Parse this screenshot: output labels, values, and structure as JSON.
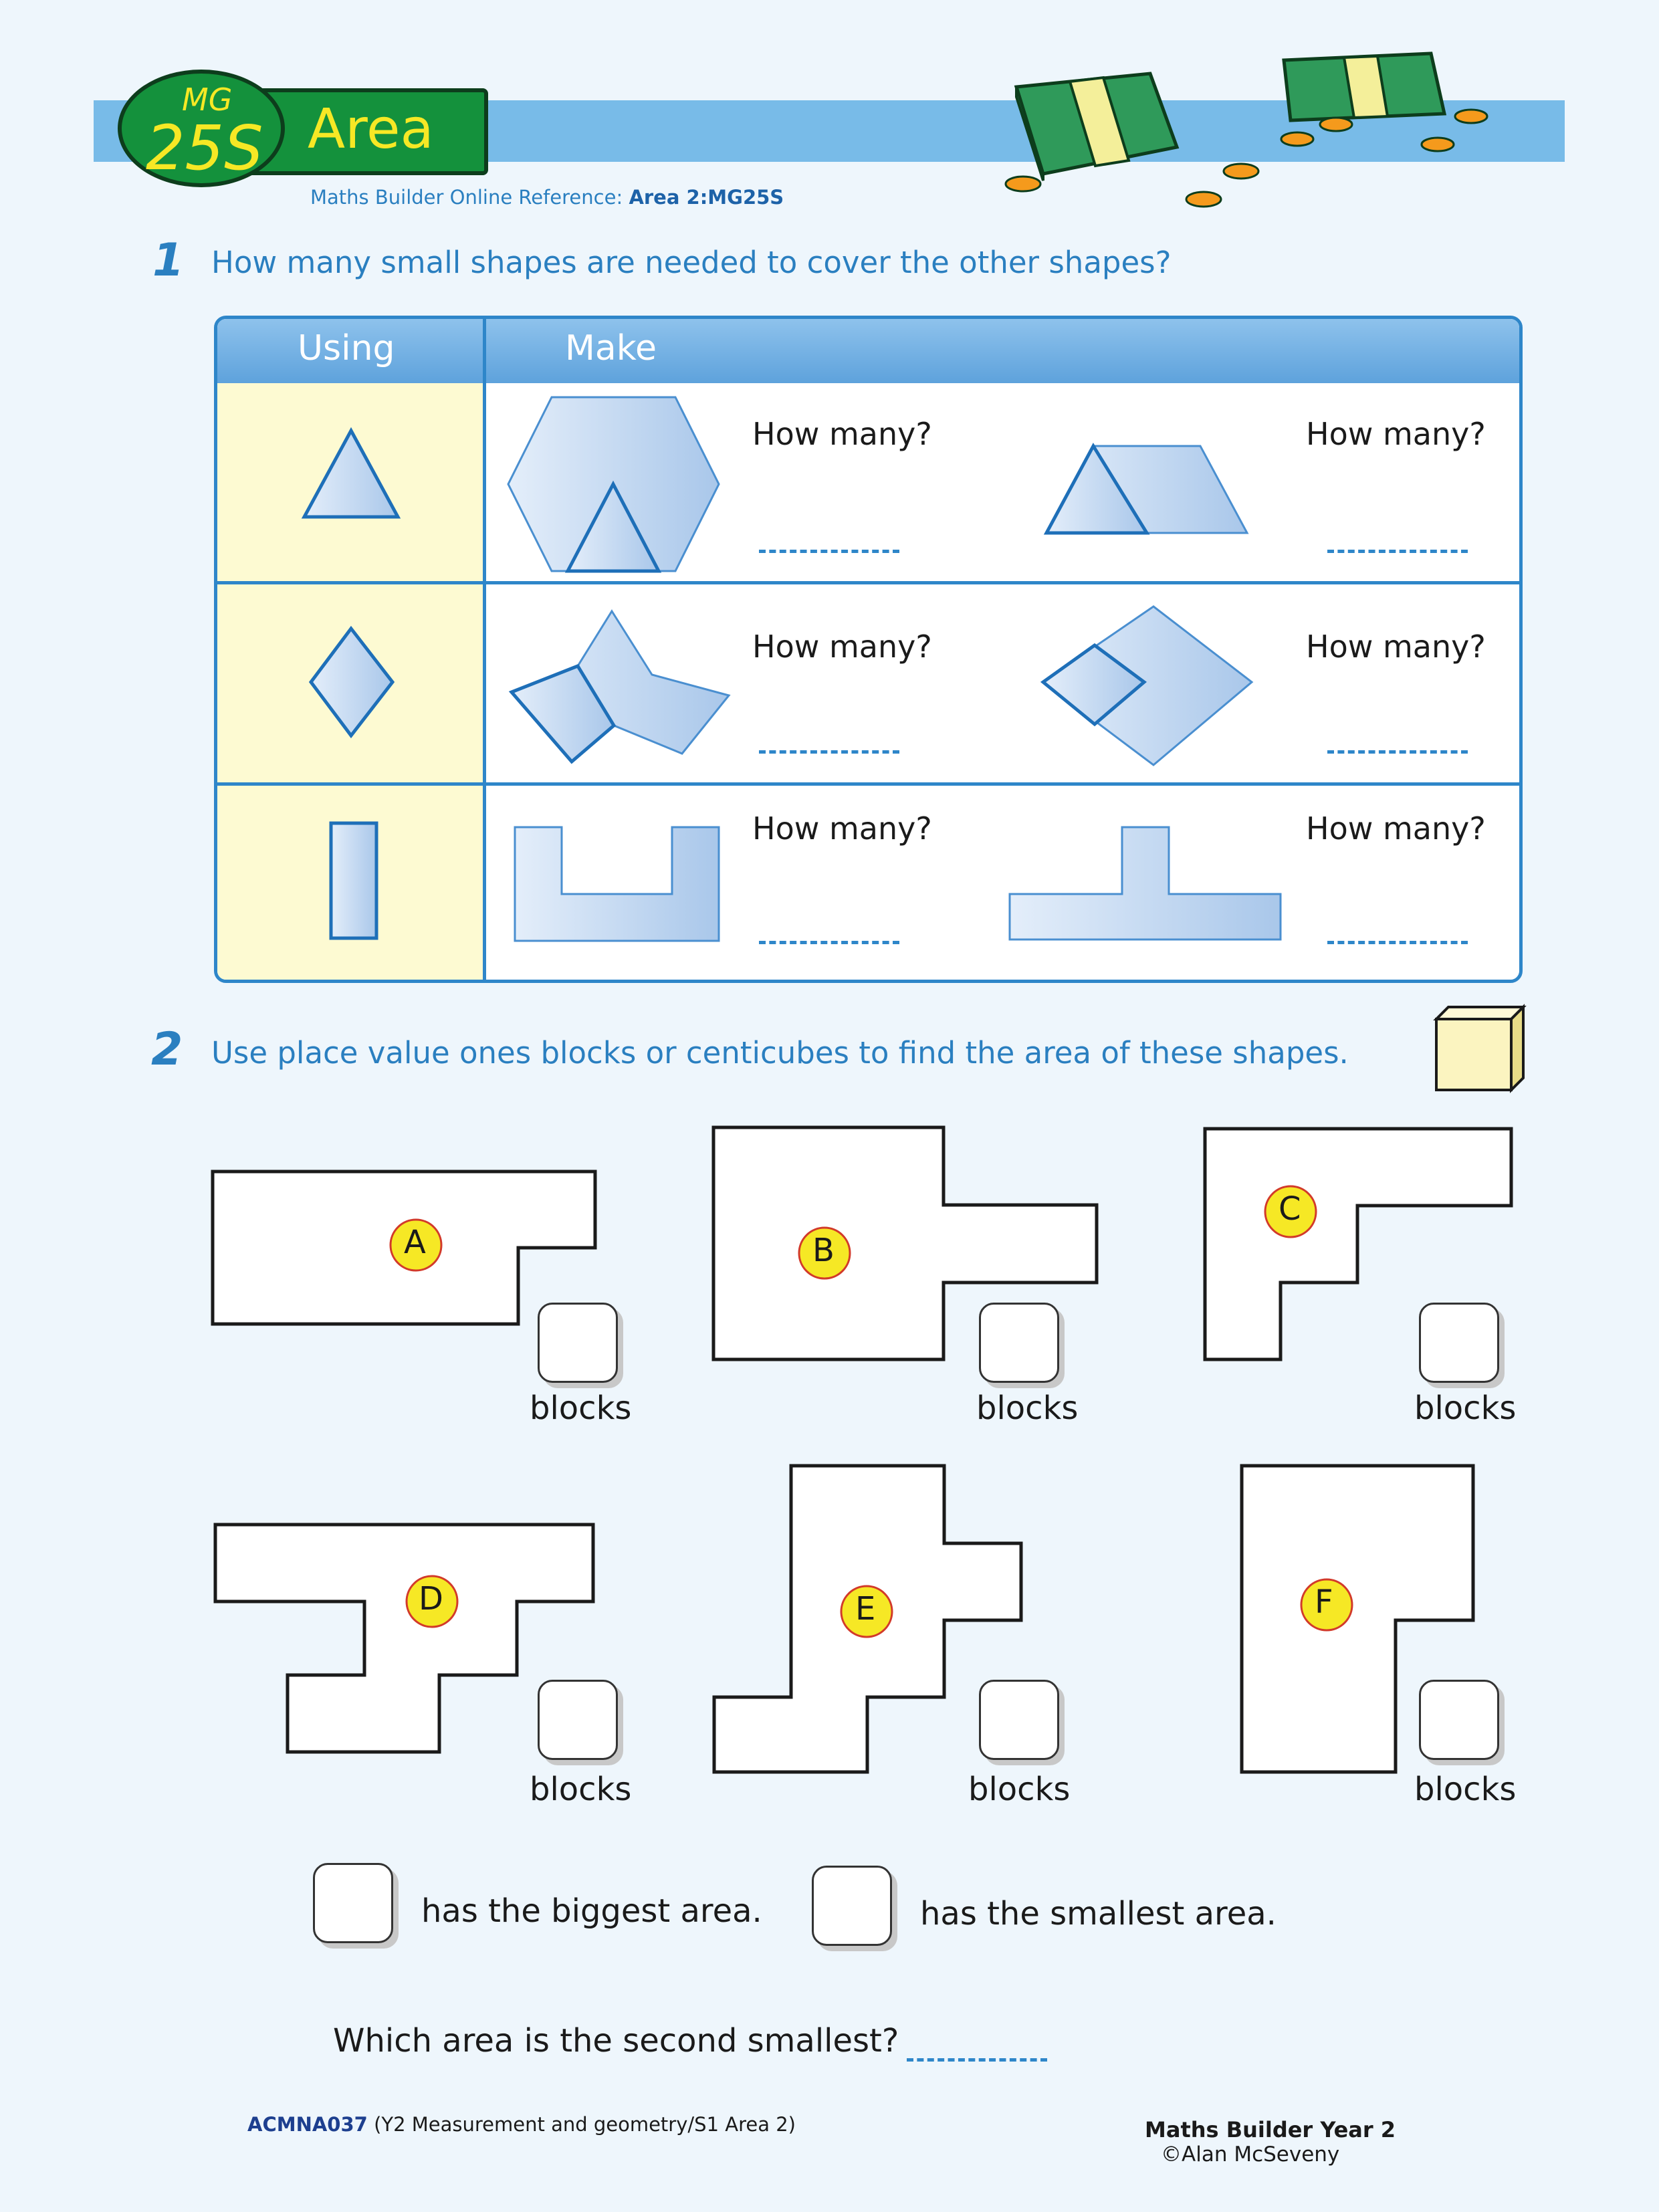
{
  "header": {
    "badge_prefix": "MG",
    "badge_code": "25S",
    "title": "Area",
    "online_label": "Maths Builder Online Reference:",
    "online_ref": "Area 2:MG25S"
  },
  "q1": {
    "number": "1",
    "text": "How many small shapes are needed to cover the other shapes?",
    "col_using": "Using",
    "col_make": "Make",
    "how_many": "How many?"
  },
  "q2": {
    "number": "2",
    "text": "Use place value ones blocks or centicubes to find the area of these shapes.",
    "shapes": [
      "A",
      "B",
      "C",
      "D",
      "E",
      "F"
    ],
    "unit": "blocks",
    "biggest": "has the biggest area.",
    "smallest": "has the smallest area.",
    "second_smallest": "Which area is the second smallest?"
  },
  "footer": {
    "code": "ACMNA037",
    "strand": "(Y2 Measurement and geometry/S1 Area 2)",
    "book": "Maths Builder Year 2",
    "author": "©Alan McSeveny"
  },
  "colors": {
    "accent": "#2a7fc0",
    "banner": "#78bbe8",
    "badge": "#14913c",
    "label_circle": "#f6e825"
  }
}
